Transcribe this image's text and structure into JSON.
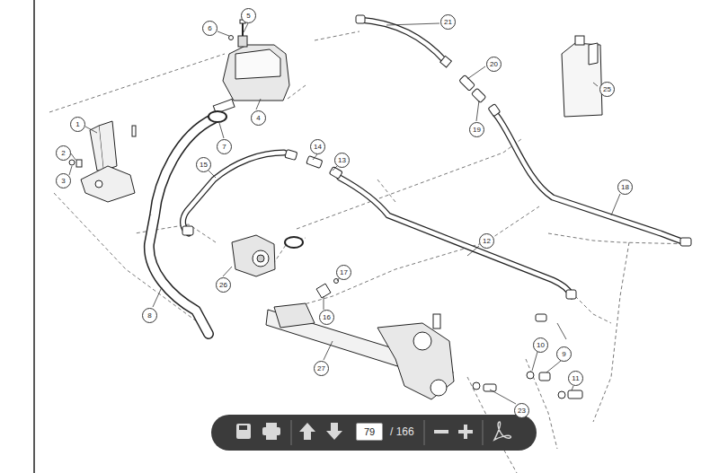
{
  "diagram": {
    "nodes": [
      {
        "text": [
          "5"
        ]
      },
      {
        "text": [
          "21"
        ]
      },
      {
        "text": [
          "6"
        ]
      },
      {
        "text": [
          "20"
        ]
      },
      {
        "text": [
          "25"
        ]
      },
      {
        "text": [
          "4"
        ]
      },
      {
        "text": [
          "1"
        ]
      },
      {
        "text": [
          "19"
        ]
      },
      {
        "text": [
          "14"
        ]
      },
      {
        "text": [
          "7"
        ]
      },
      {
        "text": [
          "2"
        ]
      },
      {
        "text": [
          "13"
        ]
      },
      {
        "text": [
          "15"
        ]
      },
      {
        "text": [
          "3"
        ]
      },
      {
        "text": [
          "18"
        ]
      },
      {
        "text": [
          "12"
        ]
      },
      {
        "text": [
          "17"
        ]
      },
      {
        "text": [
          "26"
        ]
      },
      {
        "text": [
          "8"
        ]
      },
      {
        "text": [
          "16"
        ]
      },
      {
        "text": [
          "10"
        ]
      },
      {
        "text": [
          "9"
        ]
      },
      {
        "text": [
          "27"
        ]
      },
      {
        "text": [
          "11"
        ]
      },
      {
        "text": [
          "23"
        ]
      },
      {
        "text": [
          "79"
        ]
      }
    ],
    "labels": [
      "/ 166"
    ]
  }
}
